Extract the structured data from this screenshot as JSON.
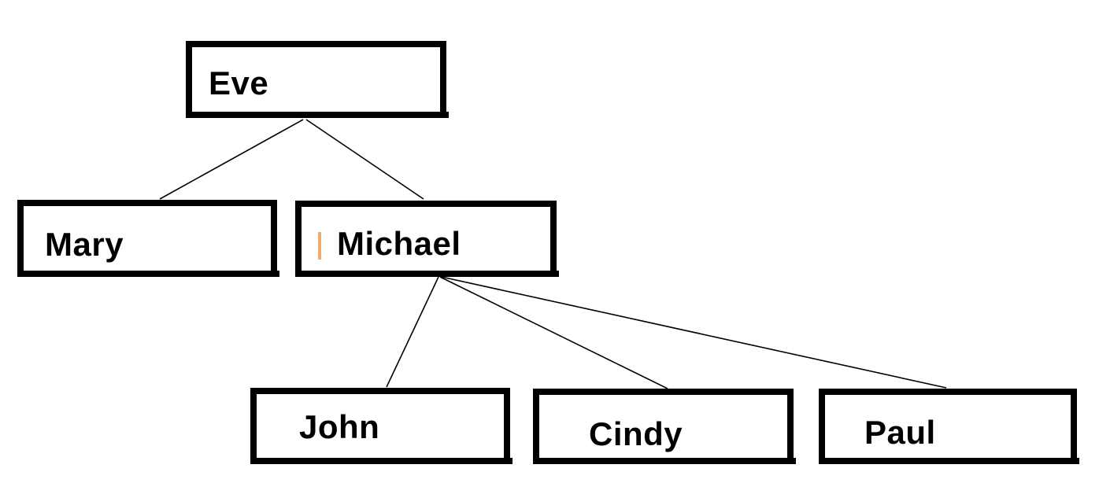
{
  "diagram": {
    "type": "family-tree",
    "nodes": [
      {
        "id": "eve",
        "label": "Eve"
      },
      {
        "id": "mary",
        "label": "Mary"
      },
      {
        "id": "michael",
        "label": "Michael"
      },
      {
        "id": "john",
        "label": "John"
      },
      {
        "id": "cindy",
        "label": "Cindy"
      },
      {
        "id": "paul",
        "label": "Paul"
      }
    ],
    "edges": [
      {
        "from": "eve",
        "to": "mary"
      },
      {
        "from": "eve",
        "to": "michael"
      },
      {
        "from": "michael",
        "to": "john"
      },
      {
        "from": "michael",
        "to": "cindy"
      },
      {
        "from": "michael",
        "to": "paul"
      }
    ],
    "colors": {
      "background": "#ffffff",
      "box_border": "#000000",
      "text": "#000000",
      "connector_line": "#000000",
      "text_caret": "#f0ac6e"
    }
  }
}
